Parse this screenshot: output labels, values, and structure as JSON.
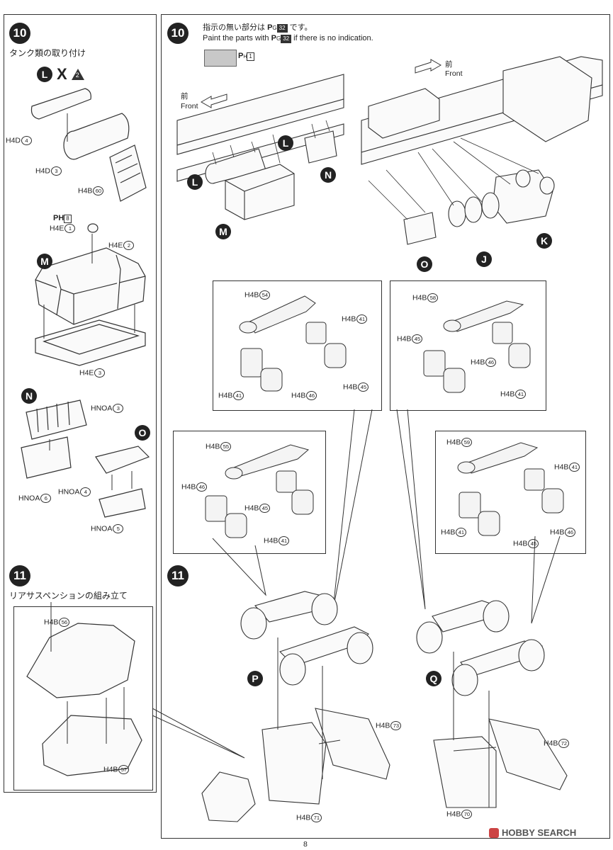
{
  "left_panel": {
    "step10": {
      "number": "10",
      "title": "タンク類の取り付け",
      "warning_symbols": {
        "l": "L",
        "x": "X",
        "tri": "2"
      },
      "parts": {
        "h4d4": {
          "code": "H4D",
          "num": "4"
        },
        "h4d3": {
          "code": "H4D",
          "num": "3"
        },
        "h4b60": {
          "code": "H4B",
          "num": "60"
        },
        "ph8": {
          "code": "PH",
          "num": "8"
        },
        "h4e1": {
          "code": "H4E",
          "num": "1"
        },
        "h4e2": {
          "code": "H4E",
          "num": "2"
        },
        "h4e3": {
          "code": "H4E",
          "num": "3"
        },
        "hnoa3": {
          "code": "HNOA",
          "num": "3"
        },
        "hnoa4": {
          "code": "HNOA",
          "num": "4"
        },
        "hnoa5": {
          "code": "HNOA",
          "num": "5"
        },
        "hnoa6": {
          "code": "HNOA",
          "num": "6"
        }
      },
      "badges": {
        "m": "M",
        "n": "N",
        "o": "O"
      }
    },
    "step11": {
      "number": "11",
      "title": "リアサスペンションの組み立て",
      "parts": {
        "h4b56": {
          "code": "H4B",
          "num": "56"
        },
        "h4b57": {
          "code": "H4B",
          "num": "57"
        }
      }
    }
  },
  "right_panel": {
    "step10": {
      "number": "10",
      "note_jp_a": "指示の無い部分は",
      "note_jp_b": "です。",
      "note_en_a": "Paint the parts with",
      "note_en_b": "if there is no indication.",
      "paint_code": {
        "p": "P",
        "sub": "G",
        "num": "32"
      },
      "swatch_code": {
        "p": "P",
        "sub": "H",
        "num": "1"
      },
      "front_jp": "前",
      "front_en": "Front",
      "badges": {
        "l1": "L",
        "l2": "L",
        "m": "M",
        "n": "N",
        "o": "O",
        "j": "J",
        "k": "K"
      }
    },
    "insets": {
      "a": {
        "p1": {
          "code": "H4B",
          "num": "54"
        },
        "p2": {
          "code": "H4B",
          "num": "41"
        },
        "p3": {
          "code": "H4B",
          "num": "45"
        },
        "p4": {
          "code": "H4B",
          "num": "41"
        },
        "p5": {
          "code": "H4B",
          "num": "46"
        }
      },
      "b": {
        "p1": {
          "code": "H4B",
          "num": "58"
        },
        "p2": {
          "code": "H4B",
          "num": "45"
        },
        "p3": {
          "code": "H4B",
          "num": "46"
        },
        "p4": {
          "code": "H4B",
          "num": "41"
        }
      },
      "c": {
        "p1": {
          "code": "H4B",
          "num": "55"
        },
        "p2": {
          "code": "H4B",
          "num": "46"
        },
        "p3": {
          "code": "H4B",
          "num": "45"
        },
        "p4": {
          "code": "H4B",
          "num": "41"
        }
      },
      "d": {
        "p1": {
          "code": "H4B",
          "num": "59"
        },
        "p2": {
          "code": "H4B",
          "num": "41"
        },
        "p3": {
          "code": "H4B",
          "num": "41"
        },
        "p4": {
          "code": "H4B",
          "num": "45"
        },
        "p5": {
          "code": "H4B",
          "num": "46"
        }
      }
    },
    "step11": {
      "number": "11",
      "badges": {
        "p": "P",
        "q": "Q"
      },
      "parts": {
        "h4b73": {
          "code": "H4B",
          "num": "73"
        },
        "h4b71": {
          "code": "H4B",
          "num": "71"
        },
        "h4b72": {
          "code": "H4B",
          "num": "72"
        },
        "h4b70": {
          "code": "H4B",
          "num": "70"
        }
      }
    }
  },
  "footer": {
    "page_number": "8",
    "watermark": "HOBBY SEARCH"
  }
}
